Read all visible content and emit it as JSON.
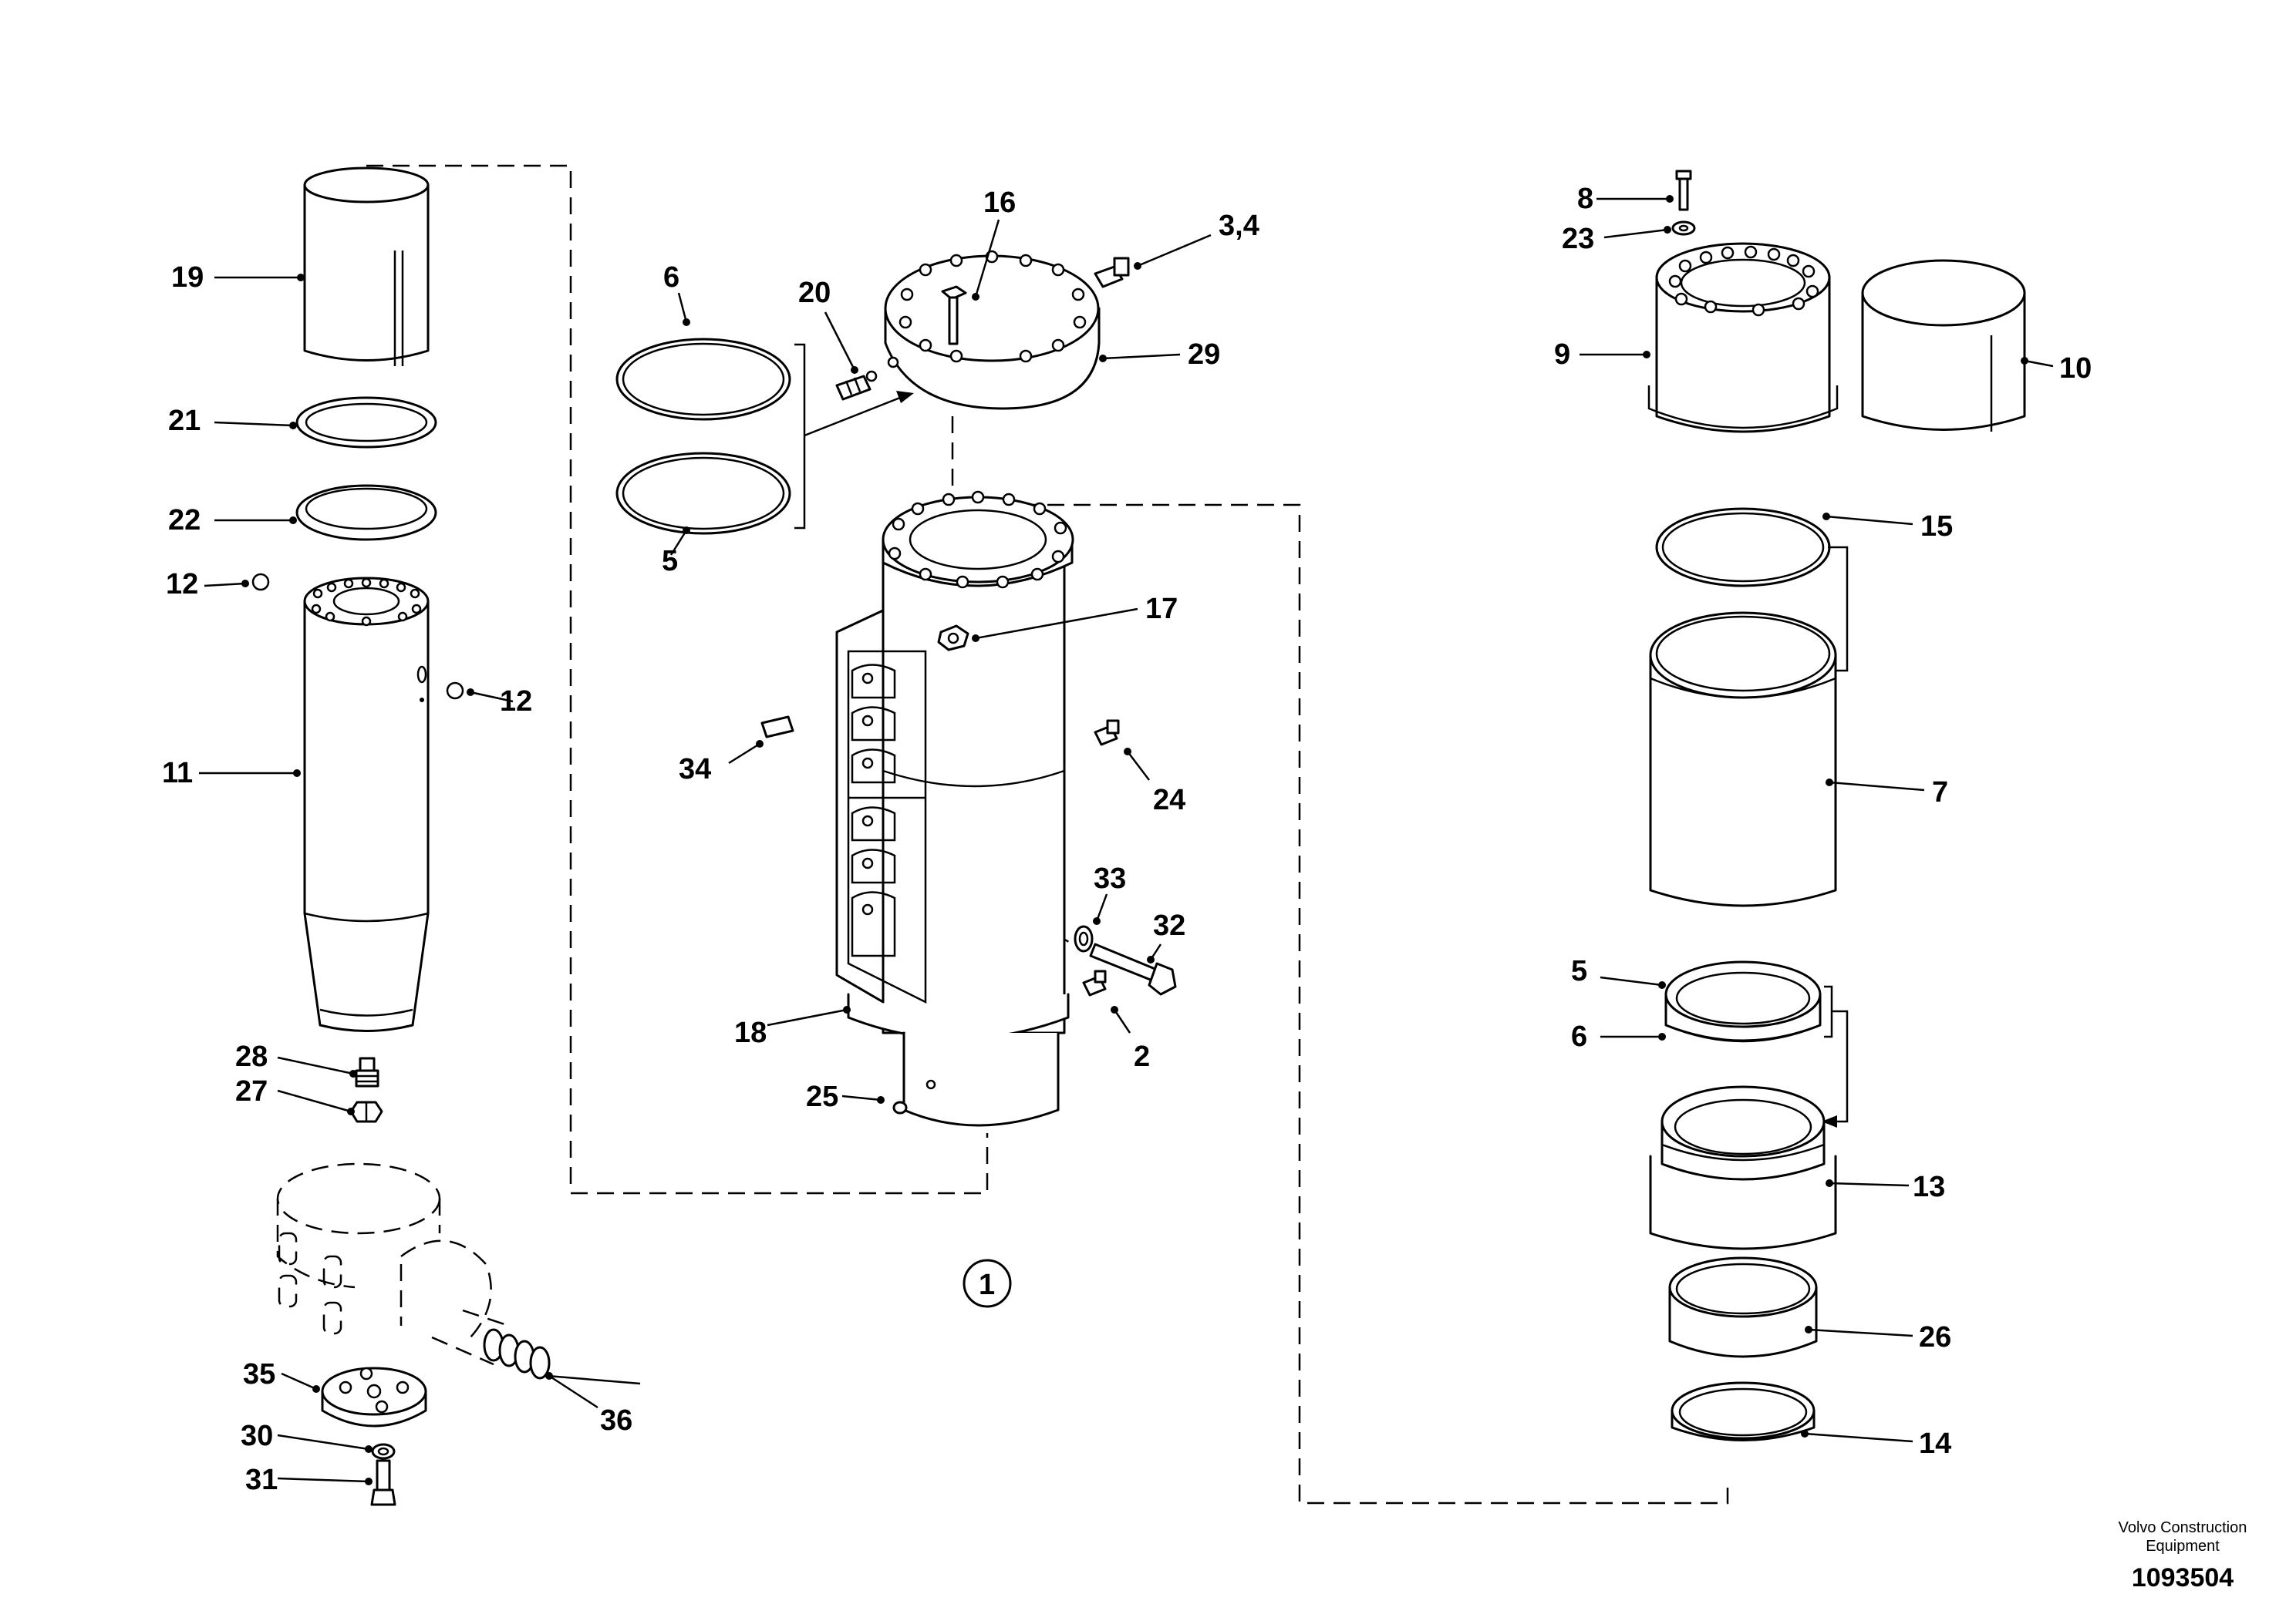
{
  "callouts": {
    "c1": "1",
    "c2": "2",
    "c3_4": "3,4",
    "c5_a": "5",
    "c5_b": "5",
    "c6_a": "6",
    "c6_b": "6",
    "c7": "7",
    "c8": "8",
    "c9": "9",
    "c10": "10",
    "c11": "11",
    "c12_a": "12",
    "c12_b": "12",
    "c13": "13",
    "c14": "14",
    "c15": "15",
    "c16": "16",
    "c17": "17",
    "c18": "18",
    "c19": "19",
    "c20": "20",
    "c21": "21",
    "c22": "22",
    "c23": "23",
    "c24": "24",
    "c25": "25",
    "c26": "26",
    "c27": "27",
    "c28": "28",
    "c29": "29",
    "c30": "30",
    "c31": "31",
    "c32": "32",
    "c33": "33",
    "c34": "34",
    "c35": "35",
    "c36": "36"
  },
  "footer": {
    "brand_line1": "Volvo Construction",
    "brand_line2": "Equipment",
    "doc_number": "1093504"
  }
}
